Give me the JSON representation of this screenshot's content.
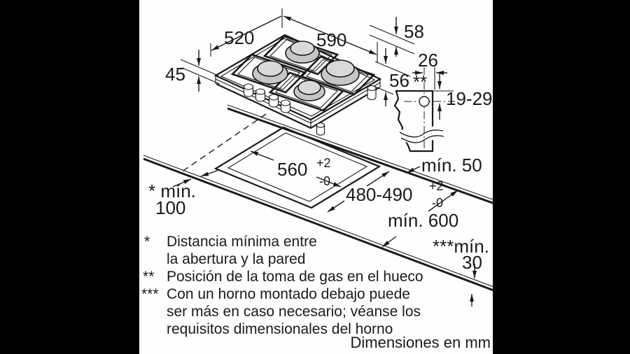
{
  "colors": {
    "background": "#000000",
    "paper": "#fefefe",
    "ink": "#1a1a1a",
    "burner_base": "#c6c6c6",
    "burner_cap": "#d9d9d9"
  },
  "dims": {
    "hob_depth": "520",
    "hob_width": "590",
    "edge_height": "58",
    "body_height": "45",
    "right_inset": "56",
    "gas_note_marker": "**",
    "gas_offset": "26",
    "gas_height": "19-29",
    "cutout_width": "560",
    "cutout_depth": "480-490",
    "tol_plus": "+2",
    "tol_minus": "-0",
    "min_rear": "mín. 50",
    "min_side_prefix": "* mín.",
    "min_side_value": "100",
    "min_worktop": "mín. 600",
    "min_below_prefix": "***mín.",
    "min_below_value": "30"
  },
  "footnotes": [
    {
      "marker": "*",
      "lines": [
        "Distancia mínima entre",
        "la abertura y la pared"
      ]
    },
    {
      "marker": "**",
      "lines": [
        "Posición de la toma de gas en el hueco"
      ]
    },
    {
      "marker": "***",
      "lines": [
        "Con un horno montado debajo puede",
        "ser más en caso necesario; véanse los",
        "requisitos dimensionales del horno"
      ]
    }
  ],
  "caption": "Dimensiones en mm"
}
